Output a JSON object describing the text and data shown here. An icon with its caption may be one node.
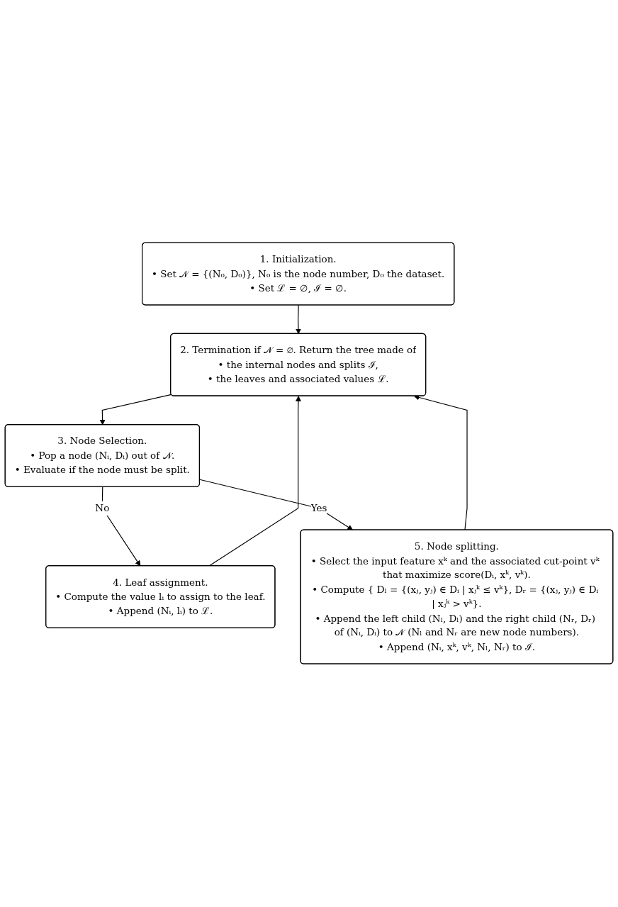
{
  "diagram": {
    "nodes": [
      {
        "text": [
          "1. Initialization.",
          "• Set 𝒩 = {(N₀, D₀)}, N₀ is the node number, D₀ the dataset.",
          "• Set ℒ = ∅, ℐ = ∅."
        ]
      },
      {
        "text": [
          "2. Termination if 𝒩 = ∅. Return the tree made of",
          "• the internal nodes and splits ℐ,",
          "• the leaves and associated values ℒ."
        ]
      },
      {
        "text": [
          "3. Node Selection.",
          "• Pop a node (Nᵢ, Dᵢ) out of 𝒩.",
          "• Evaluate if the node must be split."
        ]
      },
      {
        "text": [
          "4. Leaf assignment.",
          "• Compute the value lᵢ to assign to the leaf.",
          "• Append (Nᵢ, lᵢ) to ℒ."
        ]
      },
      {
        "text": [
          "5. Node splitting.",
          "• Select the input feature xᵏ and the associated cut-point vᵏ that maximize score(Dᵢ, xᵏ, vᵏ).",
          "• Compute { Dₗ = {(xⱼ, yⱼ) ∈ Dᵢ | xⱼᵏ ≤ vᵏ}, Dᵣ = {(xⱼ, yⱼ) ∈ Dᵢ | xⱼᵏ > vᵏ}.",
          "• Append the left child (Nₗ, Dₗ) and the right child (Nᵣ, Dᵣ) of (Nᵢ, Dᵢ) to 𝒩 (Nₗ and Nᵣ are new node numbers).",
          "• Append (Nᵢ, xᵏ, vᵏ, Nₗ, Nᵣ) to ℐ."
        ]
      }
    ],
    "edges": [
      {
        "from": 0,
        "to": 1,
        "arrow": "to"
      },
      {
        "from": 1,
        "to": 2,
        "arrow": "to"
      },
      {
        "from": 2,
        "to": 3,
        "arrow": "to",
        "label": "No"
      },
      {
        "from": 2,
        "to": 4,
        "arrow": "to",
        "label": "Yes"
      },
      {
        "from": 3,
        "to": 1,
        "arrow": "to"
      },
      {
        "from": 4,
        "to": 1,
        "arrow": "to"
      }
    ]
  }
}
